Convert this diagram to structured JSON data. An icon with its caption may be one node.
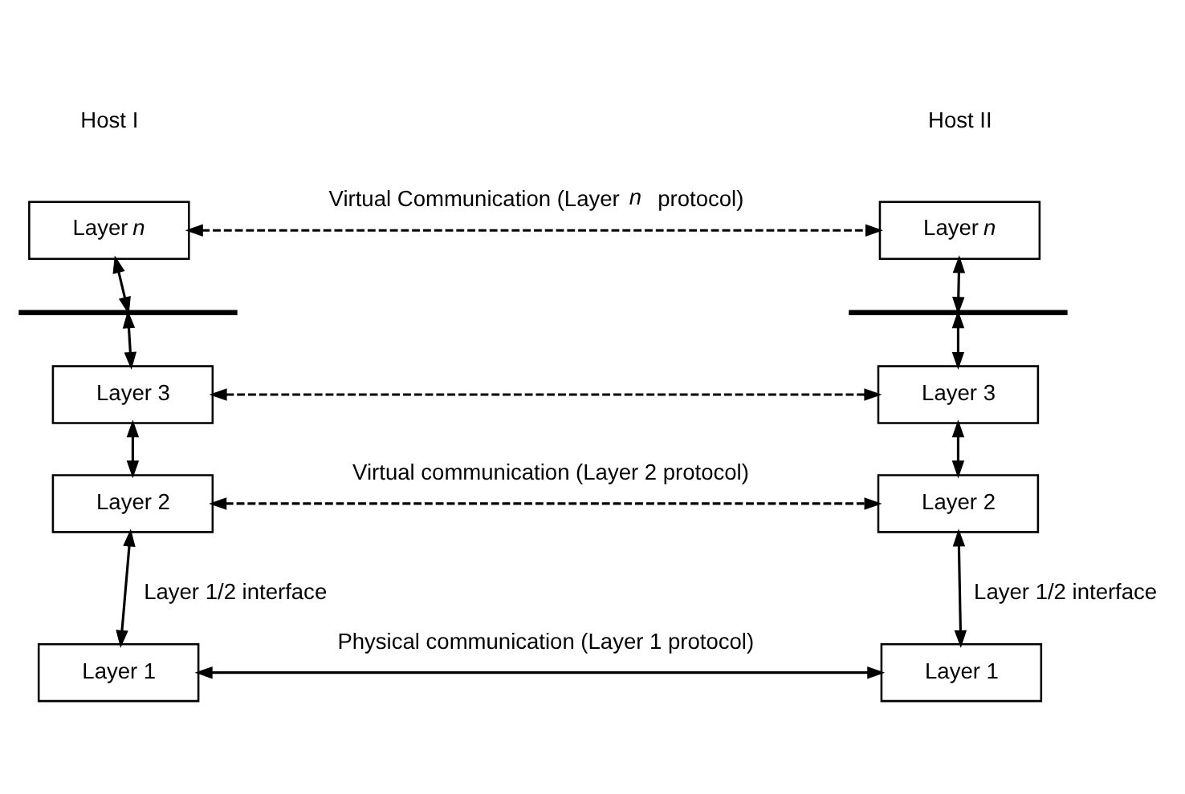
{
  "diagram": {
    "nodes": [
      {
        "text": [
          "Layer *n*"
        ]
      },
      {
        "text": [
          "Layer *n*"
        ]
      },
      {
        "text": [],
        "shape": "bar"
      },
      {
        "text": [],
        "shape": "bar"
      },
      {
        "text": [
          "Layer 3"
        ]
      },
      {
        "text": [
          "Layer 3"
        ]
      },
      {
        "text": [
          "Layer 2"
        ]
      },
      {
        "text": [
          "Layer 2"
        ]
      },
      {
        "text": [
          "Layer 1"
        ]
      },
      {
        "text": [
          "Layer 1"
        ]
      }
    ],
    "edges": [
      {
        "from": 0,
        "to": 1,
        "arrow": "both",
        "style": "dashed",
        "label": "Virtual Communication (Layer *n* protocol)"
      },
      {
        "from": 0,
        "to": 2,
        "arrow": "both"
      },
      {
        "from": 1,
        "to": 3,
        "arrow": "both"
      },
      {
        "from": 2,
        "to": 4,
        "arrow": "both"
      },
      {
        "from": 3,
        "to": 5,
        "arrow": "both"
      },
      {
        "from": 4,
        "to": 5,
        "arrow": "both",
        "style": "dashed"
      },
      {
        "from": 4,
        "to": 6,
        "arrow": "both"
      },
      {
        "from": 5,
        "to": 7,
        "arrow": "both"
      },
      {
        "from": 6,
        "to": 7,
        "arrow": "both",
        "style": "dashed",
        "label": "Virtual communication (Layer 2 protocol)"
      },
      {
        "from": 6,
        "to": 8,
        "arrow": "both",
        "label": "Layer 1/2 interface"
      },
      {
        "from": 7,
        "to": 9,
        "arrow": "both",
        "label": "Layer 1/2 interface"
      },
      {
        "from": 8,
        "to": 9,
        "arrow": "both",
        "label": "Physical communication (Layer 1 protocol)"
      }
    ],
    "labels": [
      "Host I",
      "Host II"
    ]
  }
}
